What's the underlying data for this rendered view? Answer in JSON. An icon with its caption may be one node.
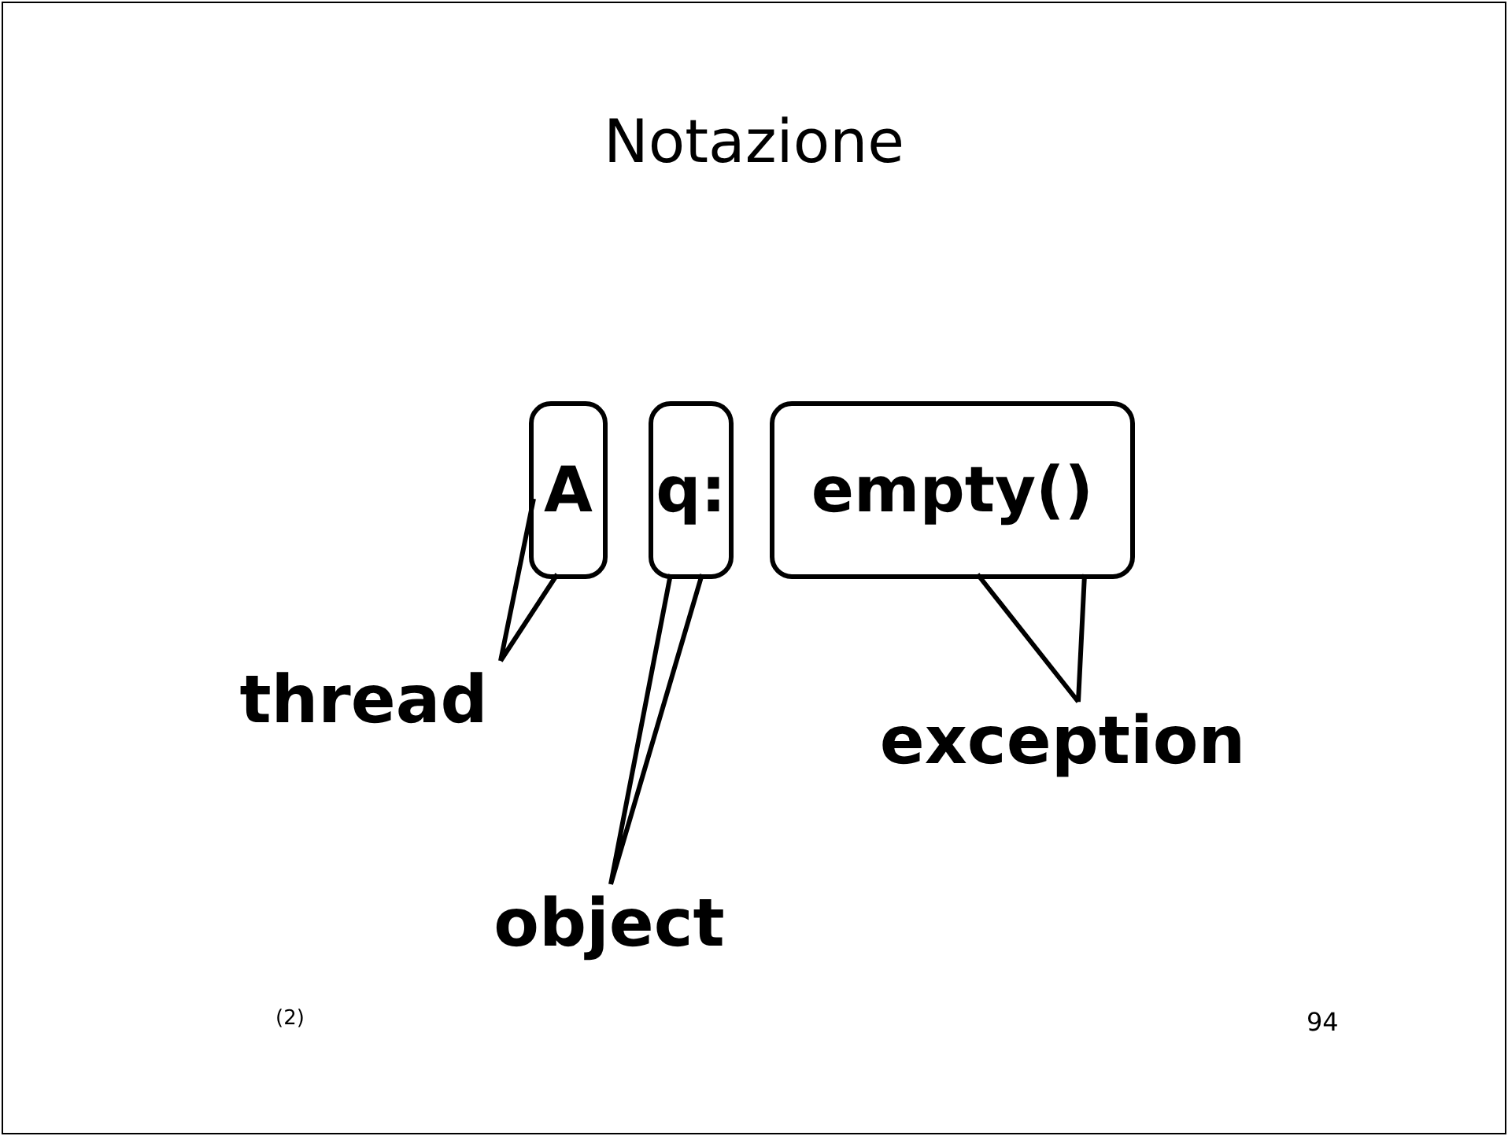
{
  "diagram": {
    "title": "Notazione",
    "nodes": [
      {
        "text": [
          "A"
        ]
      },
      {
        "text": [
          "q:"
        ]
      },
      {
        "text": [
          "empty()"
        ]
      },
      {
        "text": [
          "thread"
        ]
      },
      {
        "text": [
          "object"
        ]
      },
      {
        "text": [
          "exception"
        ]
      }
    ],
    "edges": [
      {
        "from": 0,
        "to": 3,
        "arrow": "none"
      },
      {
        "from": 1,
        "to": 4,
        "arrow": "none"
      },
      {
        "from": 2,
        "to": 5,
        "arrow": "none"
      }
    ],
    "labels": [
      "(2)",
      "94"
    ]
  }
}
